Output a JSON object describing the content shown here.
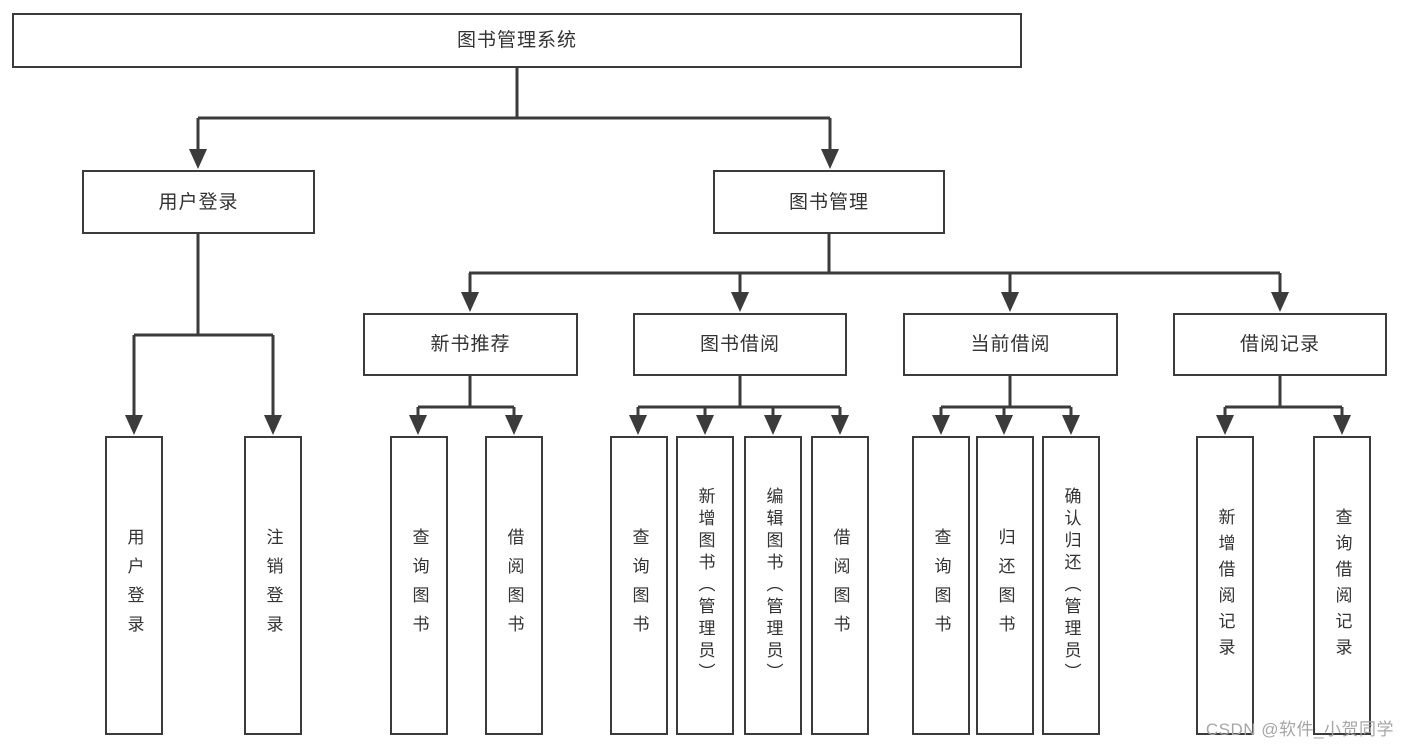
{
  "diagram": {
    "root": {
      "label": "图书管理系统"
    },
    "branches": [
      {
        "label": "用户登录",
        "children": [
          {
            "label": "用户登录"
          },
          {
            "label": "注销登录"
          }
        ]
      },
      {
        "label": "图书管理",
        "children": [
          {
            "label": "新书推荐",
            "children": [
              {
                "label": "查询图书"
              },
              {
                "label": "借阅图书"
              }
            ]
          },
          {
            "label": "图书借阅",
            "children": [
              {
                "label": "查询图书"
              },
              {
                "label": "新增图书（管理员）"
              },
              {
                "label": "编辑图书（管理员）"
              },
              {
                "label": "借阅图书"
              }
            ]
          },
          {
            "label": "当前借阅",
            "children": [
              {
                "label": "查询图书"
              },
              {
                "label": "归还图书"
              },
              {
                "label": "确认归还（管理员）"
              }
            ]
          },
          {
            "label": "借阅记录",
            "children": [
              {
                "label": "新增借阅记录"
              },
              {
                "label": "查询借阅记录"
              }
            ]
          }
        ]
      }
    ]
  },
  "watermark": {
    "text": "CSDN @软件_小贺同学"
  },
  "colors": {
    "line": "#3b3b3b",
    "box_border": "#3b3b3b",
    "text": "#333333",
    "watermark": "#a6a6a6",
    "background": "#ffffff"
  }
}
